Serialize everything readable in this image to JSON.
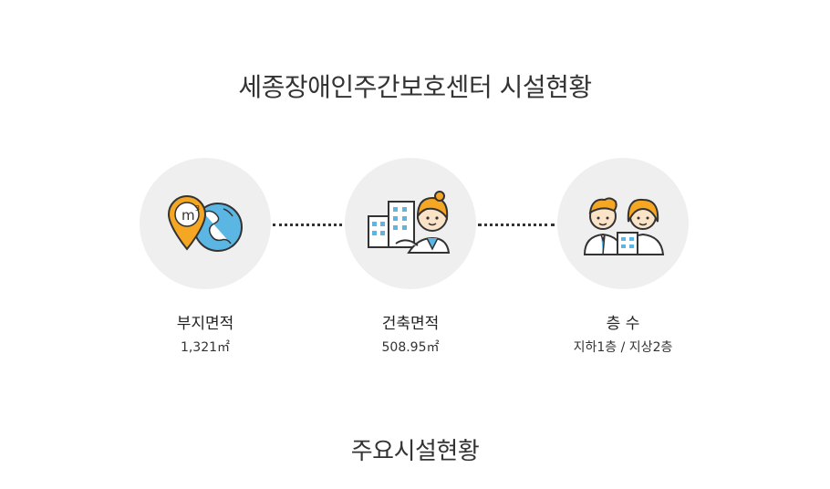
{
  "header": {
    "title": "세종장애인주간보호센터 시설현황"
  },
  "stats": [
    {
      "label": "부지면적",
      "value": "1,321㎡",
      "icon": "location-globe-icon"
    },
    {
      "label": "건축면적",
      "value": "508.95㎡",
      "icon": "building-woman-icon"
    },
    {
      "label": "층 수",
      "value": "지하1층 / 지상2층",
      "icon": "people-building-icon"
    }
  ],
  "section": {
    "title": "주요시설현황"
  },
  "colors": {
    "accent": "#f5a623",
    "circle": "#efefef",
    "blue": "#5bb6e3"
  }
}
